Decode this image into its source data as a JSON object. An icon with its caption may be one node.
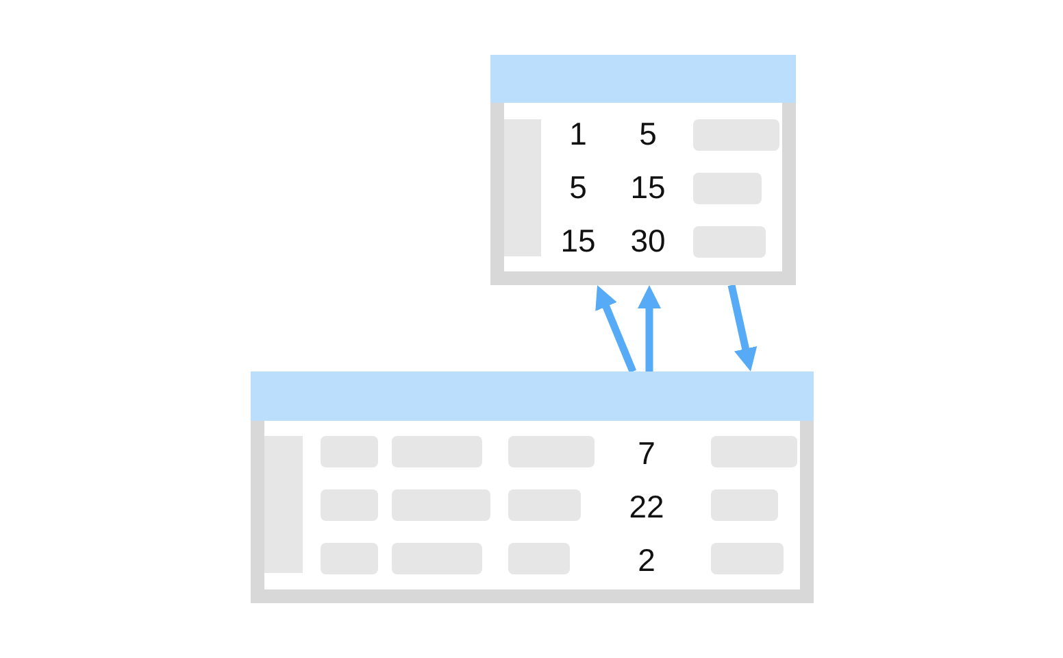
{
  "diagram": {
    "nodes": [
      {
        "text": [
          "1",
          "5",
          "5",
          "15",
          "15",
          "30"
        ]
      },
      {
        "text": [
          "7",
          "22",
          "2"
        ]
      }
    ],
    "edges": [
      {
        "from": 1,
        "to": 0,
        "arrow": "to"
      },
      {
        "from": 1,
        "to": 0,
        "arrow": "to"
      },
      {
        "from": 0,
        "to": 1,
        "arrow": "to"
      }
    ]
  }
}
